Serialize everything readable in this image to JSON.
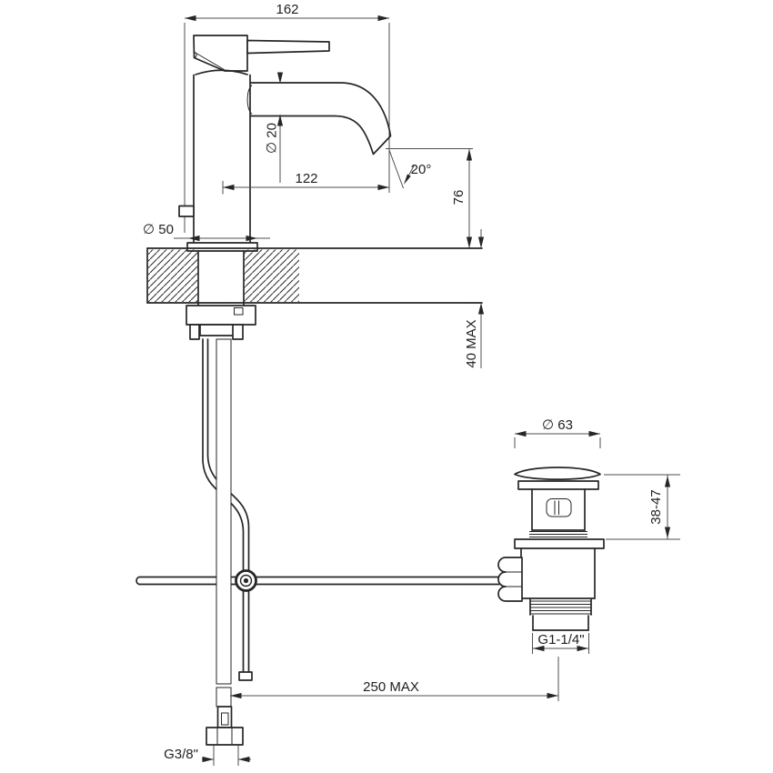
{
  "drawing": {
    "dimensions": {
      "overall_width": "162",
      "spout_diameter": "∅ 20",
      "spout_reach": "122",
      "flow_angle": "20°",
      "spout_height": "76",
      "base_diameter": "∅ 50",
      "max_deck_thickness": "40 MAX",
      "waste_cap_diameter": "∅ 63",
      "waste_height_range": "38-47",
      "waste_thread": "G1-1/4\"",
      "max_centre_distance": "250 MAX",
      "supply_thread": "G3/8\""
    },
    "colors": {
      "c-outline": "#262626",
      "c-dim": "#4f4f4f",
      "c-text": "#1f1f1f",
      "c-bg": "#ffffff"
    }
  }
}
